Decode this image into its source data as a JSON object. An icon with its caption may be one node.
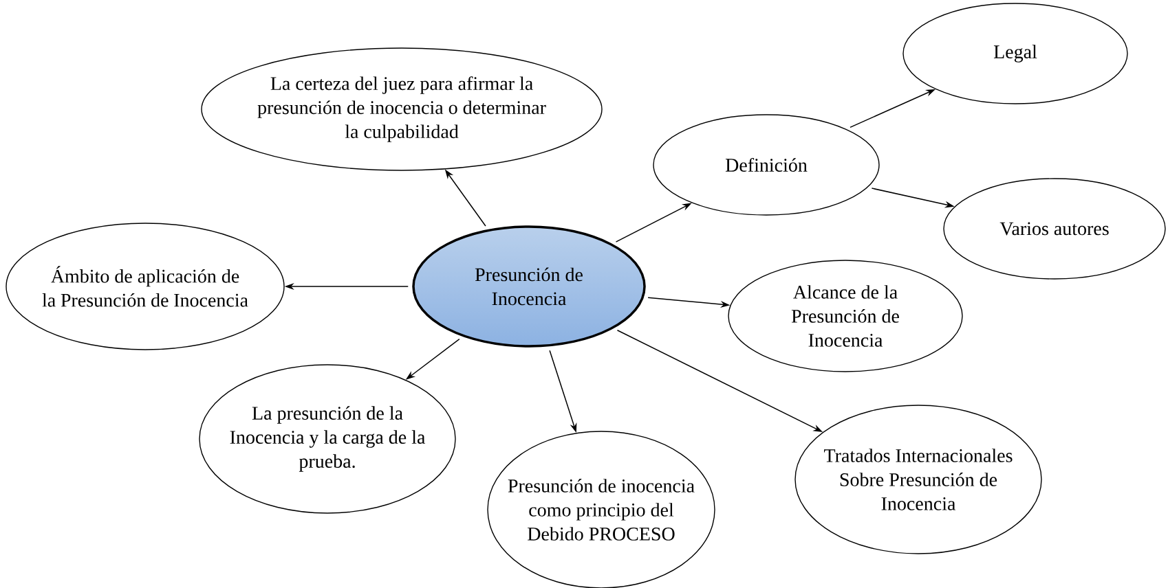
{
  "diagram": {
    "nodes": [
      {
        "text": [
          "La certeza del juez para afirmar la presunción de inocencia o determinar la culpabilidad"
        ]
      },
      {
        "text": [
          "Legal"
        ]
      },
      {
        "text": [
          "Definición"
        ]
      },
      {
        "text": [
          "Varios autores"
        ]
      },
      {
        "text": [
          "Ámbito de aplicación de la Presunción de Inocencia"
        ]
      },
      {
        "text": [
          "Presunción de Inocencia"
        ]
      },
      {
        "text": [
          "Alcance de la Presunción de Inocencia"
        ]
      },
      {
        "text": [
          "La presunción de la Inocencia y la carga de la prueba."
        ]
      },
      {
        "text": [
          "Presunción de inocencia como principio del Debido PROCESO"
        ]
      },
      {
        "text": [
          "Tratados Internacionales Sobre Presunción de Inocencia"
        ]
      }
    ],
    "edges": [
      {
        "from": 5,
        "to": 0,
        "arrow": "to"
      },
      {
        "from": 5,
        "to": 2,
        "arrow": "to"
      },
      {
        "from": 2,
        "to": 1,
        "arrow": "to"
      },
      {
        "from": 2,
        "to": 3,
        "arrow": "to"
      },
      {
        "from": 5,
        "to": 4,
        "arrow": "to"
      },
      {
        "from": 5,
        "to": 6,
        "arrow": "to"
      },
      {
        "from": 5,
        "to": 7,
        "arrow": "to"
      },
      {
        "from": 5,
        "to": 8,
        "arrow": "to"
      },
      {
        "from": 5,
        "to": 9,
        "arrow": "to"
      }
    ]
  }
}
